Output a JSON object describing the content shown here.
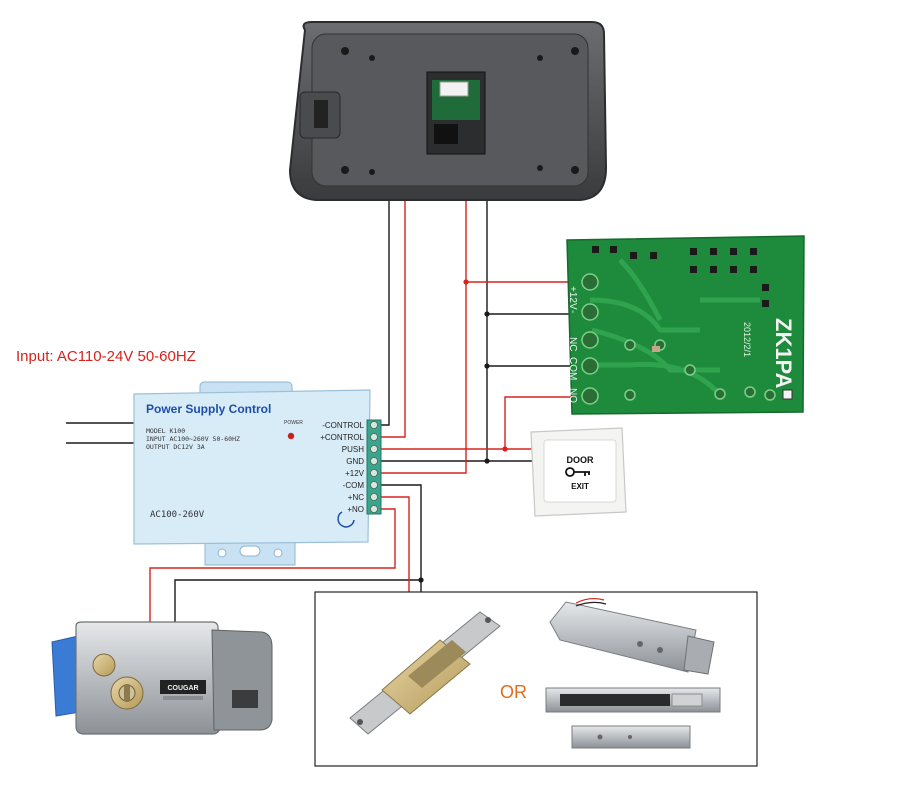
{
  "input_label": "Input: AC110-24V 50-60HZ",
  "power_supply": {
    "title": "Power Supply Control",
    "model": "MODEL K100",
    "input_spec": "INPUT AC100~260V 50-60HZ",
    "output_spec": "OUTPUT DC12V 3A",
    "power_led_label": "POWER",
    "voltage": "AC100-260V",
    "terminals": [
      "-CONTROL",
      "+CONTROL",
      "PUSH",
      "GND",
      "+12V",
      "-COM",
      "+NC",
      "+NO"
    ]
  },
  "relay_board": {
    "name": "ZK1PA",
    "date": "2012/2/1",
    "pins": [
      "+12V",
      "-",
      "NC",
      "COM",
      "NO"
    ]
  },
  "exit_button": {
    "line1": "DOOR",
    "line2": "EXIT"
  },
  "rim_lock_brand": "COUGAR",
  "alt_locks_separator": "OR",
  "colors": {
    "wire_red": "#d6231e",
    "wire_black": "#1a1a1a",
    "relay_green": "#1e8a3c",
    "psu_blue": "#d8ecf8",
    "terminal_green": "#3aa58a"
  }
}
